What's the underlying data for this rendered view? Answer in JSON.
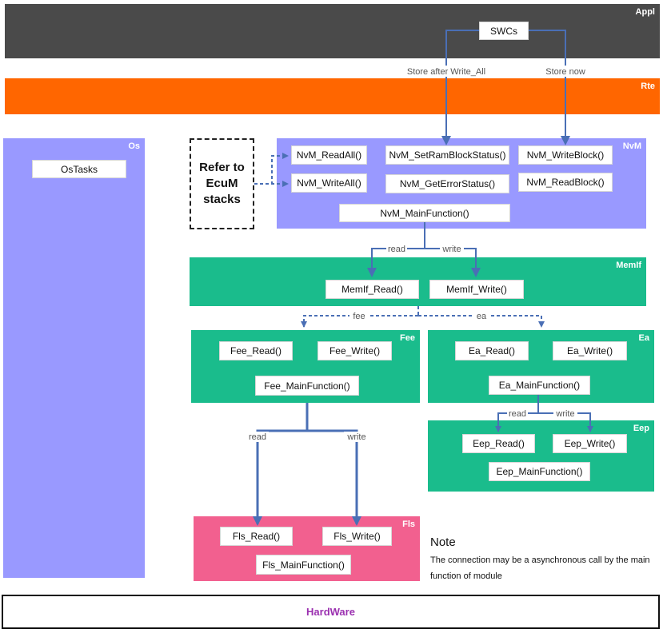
{
  "layers": {
    "appl": "Appl",
    "rte": "Rte",
    "os": "Os",
    "nvm": "NvM",
    "memif": "MemIf",
    "fee": "Fee",
    "ea": "Ea",
    "eep": "Eep",
    "fls": "Fls"
  },
  "appl": {
    "swcs": "SWCs"
  },
  "os": {
    "tasks": "OsTasks"
  },
  "ecum": {
    "line1": "Refer to",
    "line2": "EcuM",
    "line3": "stacks"
  },
  "nvm": {
    "read_all": "NvM_ReadAll()",
    "write_all": "NvM_WriteAll()",
    "set_ram_block_status": "NvM_SetRamBlockStatus()",
    "get_error_status": "NvM_GetErrorStatus()",
    "write_block": "NvM_WriteBlock()",
    "read_block": "NvM_ReadBlock()",
    "main_function": "NvM_MainFunction()"
  },
  "memif": {
    "read": "MemIf_Read()",
    "write": "MemIf_Write()"
  },
  "fee": {
    "read": "Fee_Read()",
    "write": "Fee_Write()",
    "main_function": "Fee_MainFunction()"
  },
  "ea": {
    "read": "Ea_Read()",
    "write": "Ea_Write()",
    "main_function": "Ea_MainFunction()"
  },
  "eep": {
    "read": "Eep_Read()",
    "write": "Eep_Write()",
    "main_function": "Eep_MainFunction()"
  },
  "fls": {
    "read": "Fls_Read()",
    "write": "Fls_Write()",
    "main_function": "Fls_MainFunction()"
  },
  "connectors": {
    "store_after": "Store after Write_All",
    "store_now": "Store now",
    "read": "read",
    "write": "write",
    "fee": "fee",
    "ea": "ea"
  },
  "note": {
    "title": "Note",
    "body": "The connection may be a asynchronous call by the main function of module"
  },
  "hardware": "HardWare",
  "colors": {
    "appl": "#4a4a4a",
    "rte": "#ff6600",
    "os_nvm": "#9999ff",
    "memif_fee_ea_eep": "#1abc8c",
    "fls": "#f2608f",
    "wire": "#4a6fb5",
    "hardware_text": "#9b30b0"
  }
}
